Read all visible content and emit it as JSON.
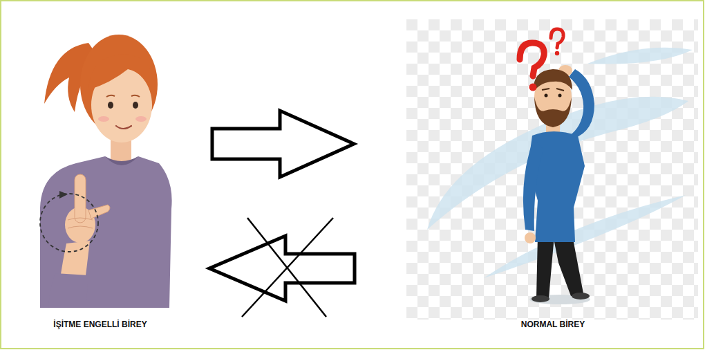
{
  "diagram": {
    "nodes": [
      {
        "text": [
          "İŞİTME ENGELLİ BİREY"
        ]
      },
      {
        "text": [
          "NORMAL BİREY"
        ]
      }
    ],
    "edges": [
      {
        "from": 0,
        "to": 1,
        "arrow": "to"
      },
      {
        "from": 1,
        "to": 0,
        "arrow": "to"
      }
    ]
  }
}
